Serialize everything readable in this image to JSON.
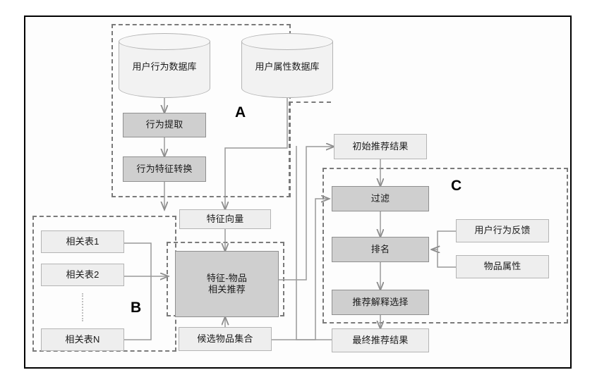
{
  "diagram": {
    "title": "Recommendation system architecture flow diagram",
    "groups": [
      {
        "id": "A",
        "label": "A"
      },
      {
        "id": "B",
        "label": "B"
      },
      {
        "id": "C",
        "label": "C"
      }
    ],
    "datastores": [
      {
        "id": "user-behavior-db",
        "label": "用户行为数据库"
      },
      {
        "id": "user-attribute-db",
        "label": "用户属性数据库"
      }
    ],
    "nodes": [
      {
        "id": "behavior-extraction",
        "label": "行为提取",
        "style": "dark"
      },
      {
        "id": "behavior-feature-transform",
        "label": "行为特征转换",
        "style": "dark"
      },
      {
        "id": "feature-vector",
        "label": "特征向量",
        "style": "light"
      },
      {
        "id": "relation-table-1",
        "label": "相关表1",
        "style": "light"
      },
      {
        "id": "relation-table-2",
        "label": "相关表2",
        "style": "light"
      },
      {
        "id": "relation-table-n",
        "label": "相关表N",
        "style": "light"
      },
      {
        "id": "feature-item-recommend",
        "label": "特征-物品\n相关推荐",
        "line1": "特征-物品",
        "line2": "相关推荐",
        "style": "dark"
      },
      {
        "id": "candidate-item-set",
        "label": "候选物品集合",
        "style": "light"
      },
      {
        "id": "initial-recommend-result",
        "label": "初始推荐结果",
        "style": "light"
      },
      {
        "id": "filter",
        "label": "过滤",
        "style": "dark"
      },
      {
        "id": "ranking",
        "label": "排名",
        "style": "dark"
      },
      {
        "id": "recommend-explanation-select",
        "label": "推荐解释选择",
        "style": "dark"
      },
      {
        "id": "final-recommend-result",
        "label": "最终推荐结果",
        "style": "light"
      },
      {
        "id": "user-behavior-feedback",
        "label": "用户行为反馈",
        "style": "light"
      },
      {
        "id": "item-attribute",
        "label": "物品属性",
        "style": "light"
      }
    ],
    "colors": {
      "frame_border": "#000000",
      "box_light_fill": "#eeeeee",
      "box_light_border": "#b4b4b4",
      "box_dark_fill": "#cfcfcf",
      "box_dark_border": "#8f8f8f",
      "group_dash": "#7a7a7a",
      "wire": "#9a9a9a",
      "canvas": "#ffffff"
    }
  }
}
